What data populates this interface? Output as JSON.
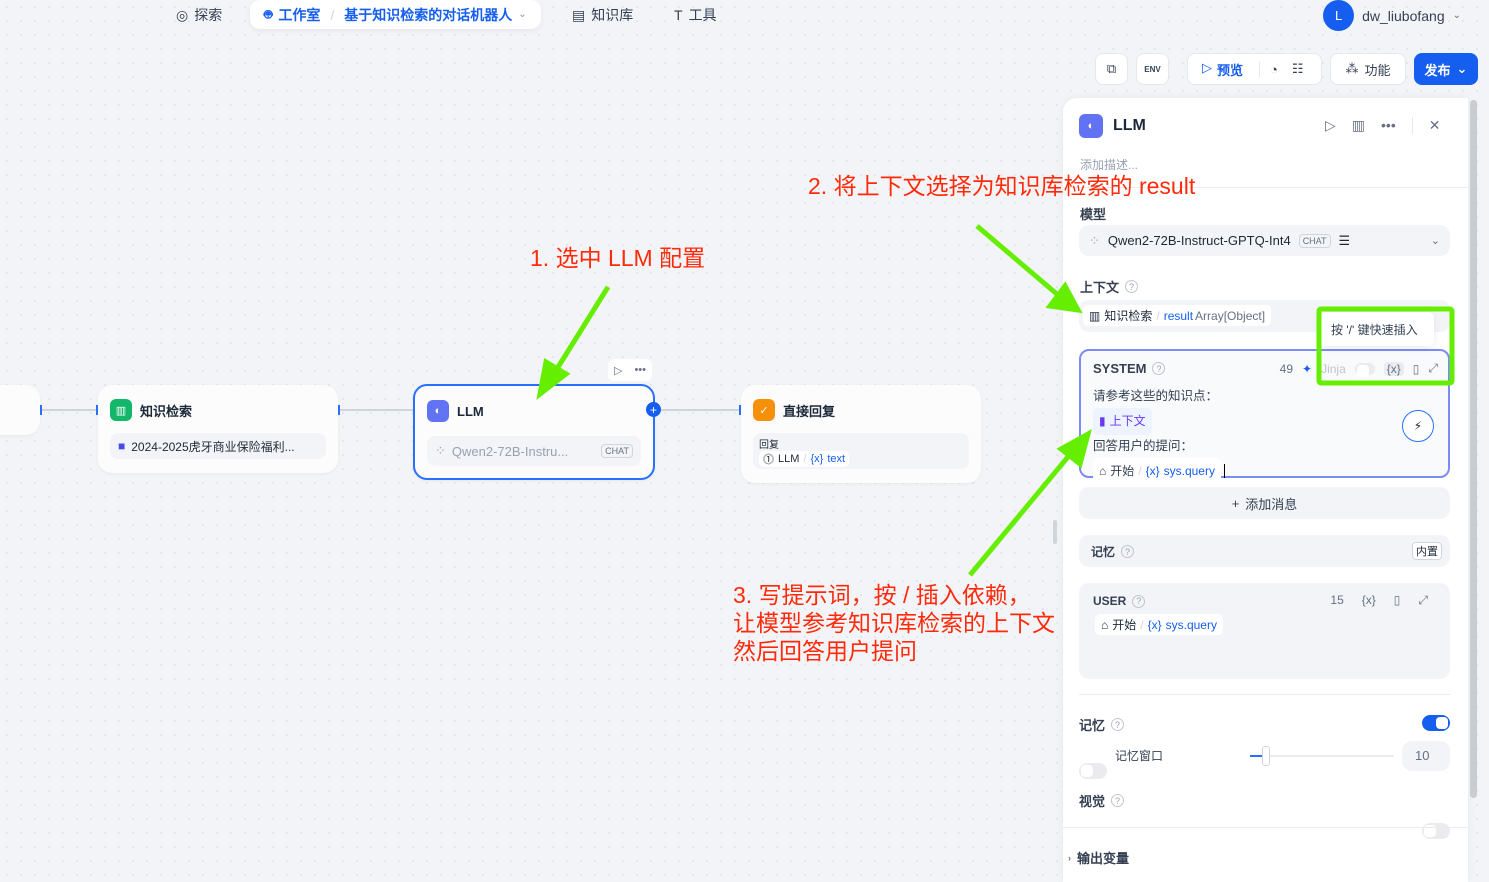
{
  "topnav": {
    "explore": "探索",
    "studio": "工作室",
    "app_name": "基于知识检索的对话机器人",
    "knowledge": "知识库",
    "tools": "工具",
    "user_initial": "L",
    "username": "dw_liubofang"
  },
  "toolbar": {
    "env": "ENV",
    "preview": "预览",
    "features": "功能",
    "publish": "发布"
  },
  "nodes": {
    "knowledge": {
      "title": "知识检索",
      "dataset": "2024-2025虎牙商业保险福利..."
    },
    "llm": {
      "title": "LLM",
      "model": "Qwen2-72B-Instru...",
      "mode": "CHAT"
    },
    "answer": {
      "title": "直接回复",
      "label": "回复",
      "src": "LLM",
      "var": "text"
    }
  },
  "panel": {
    "title": "LLM",
    "desc_placeholder": "添加描述...",
    "model_label": "模型",
    "model": "Qwen2-72B-Instruct-GPTQ-Int4",
    "model_mode": "CHAT",
    "context_label": "上下文",
    "context_node": "知识检索",
    "context_var": "result",
    "context_type": "Array[Object]",
    "tooltip": "按 '/' 键快速插入",
    "system": {
      "role": "SYSTEM",
      "count": "49",
      "jinja": "Jinja",
      "line1": "请参考这些的知识点：",
      "ctx_chip": "上下文",
      "line2": "回答用户的提问：",
      "start": "开始",
      "var": "sys.query"
    },
    "add_message": "添加消息",
    "memory_label": "记忆",
    "builtin": "内置",
    "user": {
      "role": "USER",
      "count": "15",
      "start": "开始",
      "var": "sys.query"
    },
    "memory_toggle_label": "记忆",
    "memory_on": true,
    "memory_window": "记忆窗口",
    "memory_window_value": "10",
    "vision": "视觉",
    "vision_on": false,
    "output_vars": "输出变量"
  },
  "annotations": {
    "a1": "1. 选中 LLM 配置",
    "a2": "2. 将上下文选择为知识库检索的 result",
    "a3": [
      "3. 写提示词，按 / 插入依赖，",
      "让模型参考知识库检索的上下文",
      "然后回答用户提问"
    ]
  },
  "colors": {
    "accent": "#155eef",
    "annotation": "#ff2a0a",
    "highlight": "#66ee00"
  }
}
